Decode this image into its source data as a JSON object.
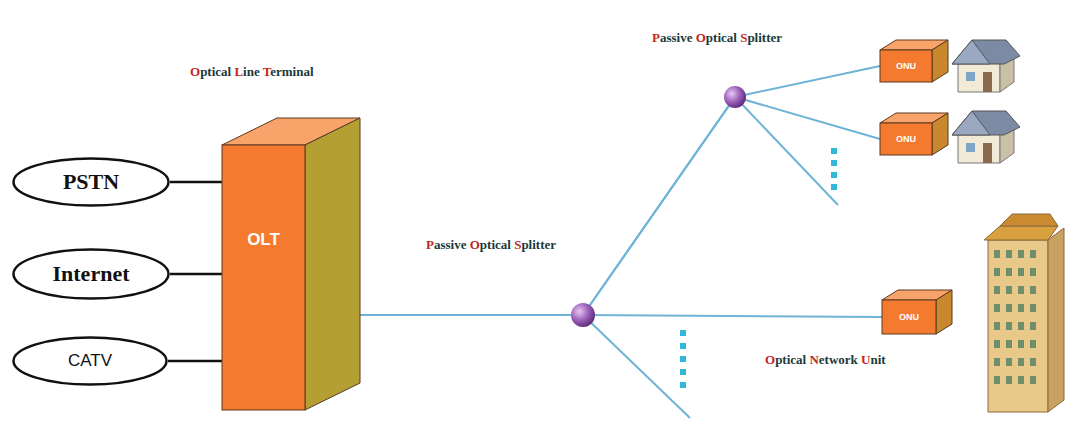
{
  "diagram": {
    "nodes": [
      {
        "text": [
          "PSTN"
        ]
      },
      {
        "text": [
          "Internet"
        ]
      },
      {
        "text": [
          "CATV"
        ]
      },
      {
        "text": [
          "OLT"
        ]
      },
      {
        "text": [
          "ONU"
        ]
      },
      {
        "text": [
          "ONU"
        ]
      },
      {
        "text": [
          "ONU"
        ]
      }
    ],
    "edges": [
      {
        "from": 0,
        "to": 3,
        "arrow": "none"
      },
      {
        "from": 1,
        "to": 3,
        "arrow": "none"
      },
      {
        "from": 2,
        "to": 3,
        "arrow": "none"
      },
      {
        "from": 3,
        "to": 4,
        "arrow": "none"
      },
      {
        "from": 3,
        "to": 5,
        "arrow": "none"
      },
      {
        "from": 3,
        "to": 6,
        "arrow": "none"
      }
    ],
    "labels": [
      "Optical Line Terminal",
      "Passive Optical Splitter",
      "Passive Optical Splitter",
      "Optical Network Unit"
    ]
  }
}
